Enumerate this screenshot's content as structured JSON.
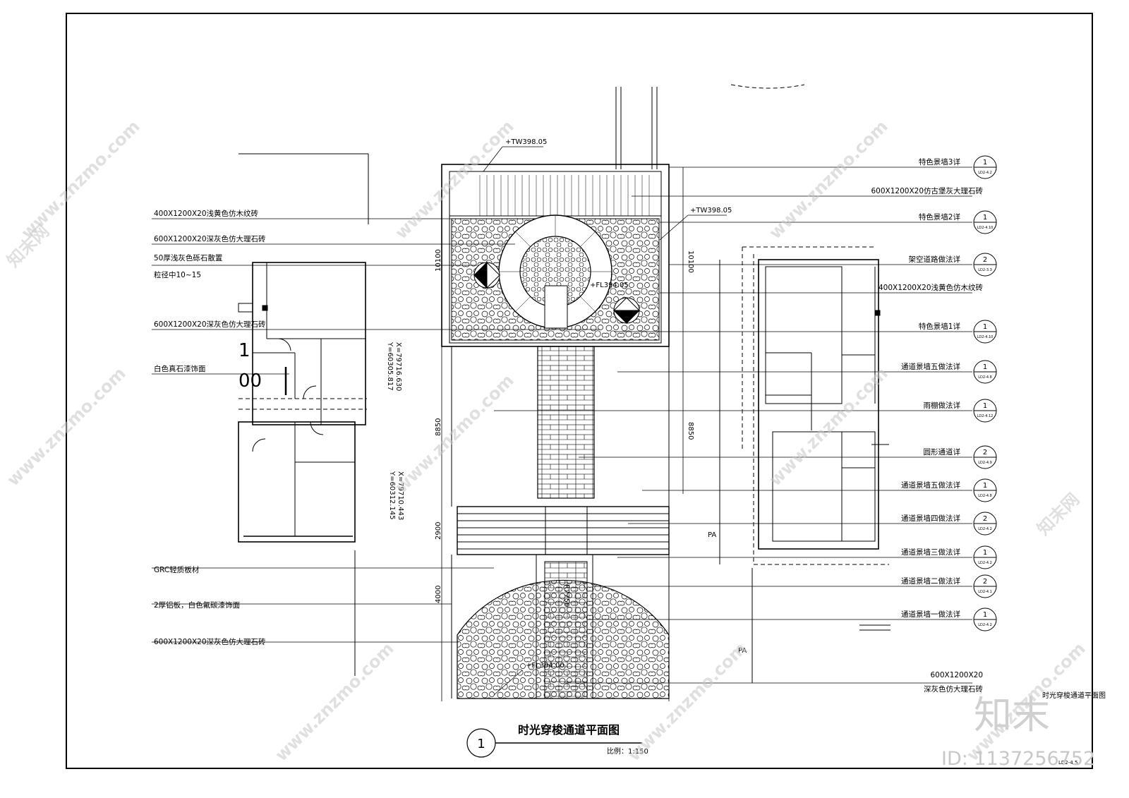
{
  "drawing": {
    "title": "时光穿梭通道平面图",
    "number": "1",
    "scale": "比例：1:150",
    "sheet_label": "时光穿梭通道平面图",
    "corner_note": "LD2-4.5"
  },
  "left_labels": [
    "400X1200X20浅黄色仿木纹砖",
    "600X1200X20深灰色仿大理石砖",
    "50厚浅灰色砾石散置",
    "粒径中10~15",
    "600X1200X20深灰色仿大理石砖",
    "白色真石漆饰面",
    "GRC轻质板材",
    "2厚铝板，白色氟碳漆饰面",
    "600X1200X20深灰色仿大理石砖"
  ],
  "right_labels": [
    {
      "text": "特色景墙3详",
      "num": "1",
      "ref": "LD2-4.2"
    },
    {
      "text": "600X1200X20仿古堡灰大理石砖",
      "num": "",
      "ref": ""
    },
    {
      "text": "特色景墙2详",
      "num": "1",
      "ref": "LD2-4.10"
    },
    {
      "text": "架空道路做法详",
      "num": "2",
      "ref": "LD2-3.3"
    },
    {
      "text": "400X1200X20浅黄色仿木纹砖",
      "num": "",
      "ref": ""
    },
    {
      "text": "特色景墙1详",
      "num": "1",
      "ref": "LD2-4.10"
    },
    {
      "text": "通道景墙五做法详",
      "num": "1",
      "ref": "LD2-4.8"
    },
    {
      "text": "雨棚做法详",
      "num": "1",
      "ref": "LD2-4.12"
    },
    {
      "text": "圆形通道详",
      "num": "2",
      "ref": "LD2-4.9"
    },
    {
      "text": "通道景墙五做法详",
      "num": "1",
      "ref": "LD2-4.8"
    },
    {
      "text": "通道景墙四做法详",
      "num": "2",
      "ref": "LD2-4.2"
    },
    {
      "text": "通道景墙三做法详",
      "num": "1",
      "ref": "LD2-4.2"
    },
    {
      "text": "通道景墙二做法详",
      "num": "2",
      "ref": "LD2-4.1"
    },
    {
      "text": "通道景墙一做法详",
      "num": "1",
      "ref": "LD2-4.2"
    }
  ],
  "bottom_right_label": [
    "600X1200X20",
    "深灰色仿大理石砖"
  ],
  "elevations": [
    "+TW398.05",
    "+TW398.05",
    "+FL394.05",
    "+FL394.00"
  ],
  "coordinates": [
    "X=79716.630",
    "Y=60305.817",
    "X=79710.443",
    "Y=60312.145"
  ],
  "dimensions": [
    "10100",
    "10100",
    "8850",
    "8850",
    "2900",
    "4000",
    "R7750"
  ],
  "pa_marks": [
    "PA",
    "PA"
  ],
  "watermark": {
    "site": "www.znzmo.com",
    "brand": "知末网",
    "logo": "知末",
    "id": "ID: 1137256752"
  }
}
